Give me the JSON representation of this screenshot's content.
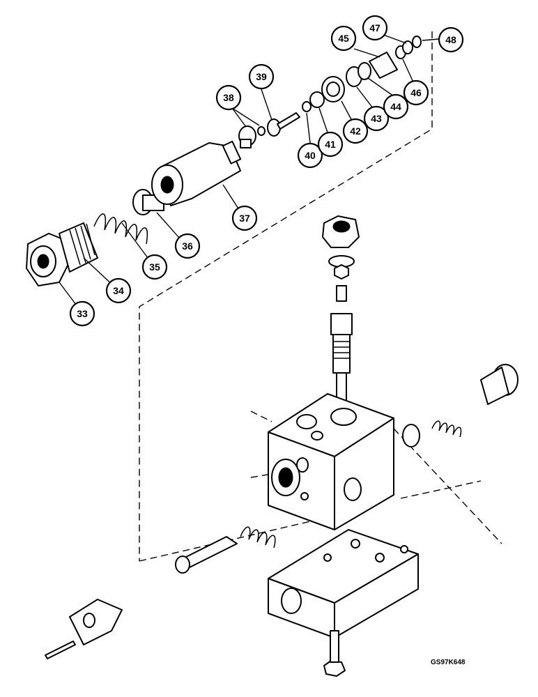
{
  "figure_code": "GS97K648",
  "callouts": [
    {
      "id": "33",
      "label": "33"
    },
    {
      "id": "34",
      "label": "34"
    },
    {
      "id": "35",
      "label": "35"
    },
    {
      "id": "36",
      "label": "36"
    },
    {
      "id": "37",
      "label": "37"
    },
    {
      "id": "38",
      "label": "38"
    },
    {
      "id": "39",
      "label": "39"
    },
    {
      "id": "40",
      "label": "40"
    },
    {
      "id": "41",
      "label": "41"
    },
    {
      "id": "42",
      "label": "42"
    },
    {
      "id": "43",
      "label": "43"
    },
    {
      "id": "44",
      "label": "44"
    },
    {
      "id": "45",
      "label": "45"
    },
    {
      "id": "46",
      "label": "46"
    },
    {
      "id": "47",
      "label": "47"
    },
    {
      "id": "48",
      "label": "48"
    }
  ]
}
